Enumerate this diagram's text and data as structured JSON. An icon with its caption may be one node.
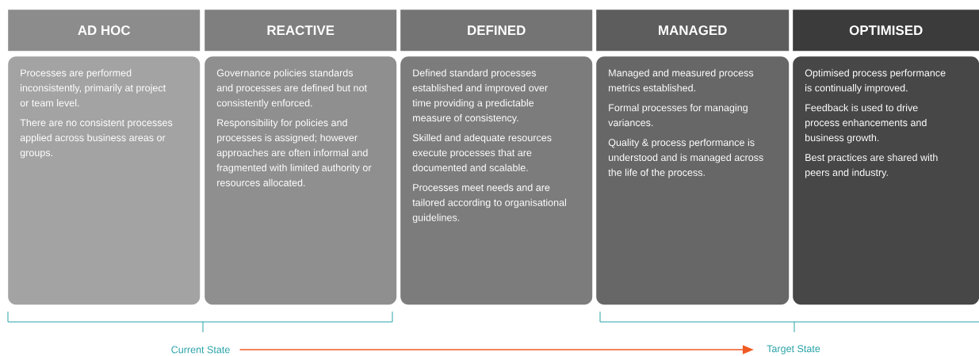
{
  "diagram": {
    "nodes": [
      {
        "text": [
          "AD HOC"
        ]
      },
      {
        "text": [
          "REACTIVE"
        ]
      },
      {
        "text": [
          "DEFINED"
        ]
      },
      {
        "text": [
          "MANAGED"
        ]
      },
      {
        "text": [
          "OPTIMISED"
        ]
      },
      {
        "text": [
          "Processes are performed inconsistently, primarily at project or team level.",
          "There are no consistent processes applied across business areas or groups."
        ]
      },
      {
        "text": [
          "Governance policies standards and processes are defined but not consistently enforced.",
          "Responsibility for policies and processes is assigned; however approaches are often informal and fragmented with limited authority or resources allocated."
        ]
      },
      {
        "text": [
          "Defined standard processes established and improved over time providing a predictable measure of consistency.",
          "Skilled and adequate resources execute processes that are documented and scalable.",
          "Processes meet needs and are tailored according to organisational guidelines."
        ]
      },
      {
        "text": [
          "Managed and measured process metrics established.",
          "Formal processes for managing variances.",
          "Quality & process performance is understood and is managed across the life of the process."
        ]
      },
      {
        "text": [
          "Optimised process performance is continually improved.",
          "Feedback is used to drive process enhancements and business growth.",
          "Best practices are shared with peers and industry."
        ]
      },
      {
        "text": [
          "Current State"
        ]
      },
      {
        "text": [
          "Target State"
        ]
      }
    ],
    "edges": [
      {
        "from": 10,
        "to": 11,
        "arrow": "to"
      }
    ]
  }
}
